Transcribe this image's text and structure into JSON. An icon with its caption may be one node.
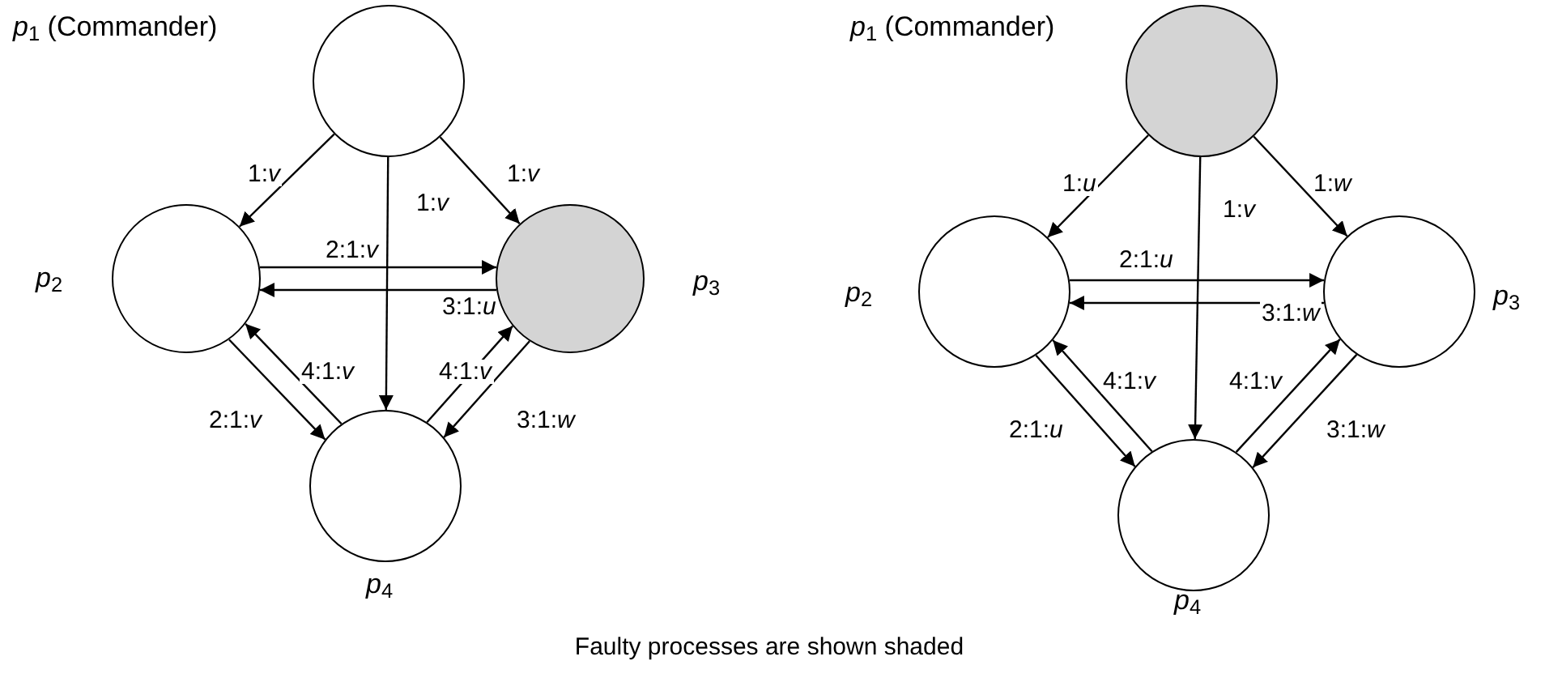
{
  "diagram": {
    "caption": "Faulty processes are shown shaded",
    "nodes": [
      {
        "text": [],
        "shape": "circle",
        "beside": [
          "*p*$_{1}$ (Commander)"
        ]
      },
      {
        "text": [],
        "shape": "circle",
        "beside": [
          "*p*$_{2}$"
        ]
      },
      {
        "text": [],
        "shape": "circle",
        "beside": [
          "*p*$_{3}$"
        ]
      },
      {
        "text": [],
        "shape": "circle",
        "beside": [
          "*p*$_{4}$"
        ]
      },
      {
        "text": [],
        "shape": "circle",
        "beside": [
          "*p*$_{1}$ (Commander)"
        ]
      },
      {
        "text": [],
        "shape": "circle",
        "beside": [
          "*p*$_{2}$"
        ]
      },
      {
        "text": [],
        "shape": "circle",
        "beside": [
          "*p*$_{3}$"
        ]
      },
      {
        "text": [],
        "shape": "circle",
        "beside": [
          "*p*$_{4}$"
        ]
      }
    ],
    "edges": [
      {
        "from": 0,
        "to": 1,
        "arrow": "to",
        "label": "1:*v*"
      },
      {
        "from": 0,
        "to": 3,
        "arrow": "to",
        "label": "1:*v*"
      },
      {
        "from": 0,
        "to": 2,
        "arrow": "to",
        "label": "1:*v*"
      },
      {
        "from": 1,
        "to": 2,
        "arrow": "to",
        "label": "2:1:*v*"
      },
      {
        "from": 2,
        "to": 1,
        "arrow": "to",
        "label": "3:1:*u*"
      },
      {
        "from": 3,
        "to": 1,
        "arrow": "to",
        "label": "4:1:*v*"
      },
      {
        "from": 3,
        "to": 2,
        "arrow": "to",
        "label": "4:1:*v*"
      },
      {
        "from": 1,
        "to": 3,
        "arrow": "to",
        "label": "2:1:*v*"
      },
      {
        "from": 2,
        "to": 3,
        "arrow": "to",
        "label": "3:1:*w*"
      },
      {
        "from": 4,
        "to": 5,
        "arrow": "to",
        "label": "1:*u*"
      },
      {
        "from": 4,
        "to": 7,
        "arrow": "to",
        "label": "1:*v*"
      },
      {
        "from": 4,
        "to": 6,
        "arrow": "to",
        "label": "1:*w*"
      },
      {
        "from": 5,
        "to": 6,
        "arrow": "to",
        "label": "2:1:*u*"
      },
      {
        "from": 6,
        "to": 5,
        "arrow": "to",
        "label": "3:1:*w*"
      },
      {
        "from": 7,
        "to": 5,
        "arrow": "to",
        "label": "4:1:*v*"
      },
      {
        "from": 7,
        "to": 6,
        "arrow": "to",
        "label": "4:1:*v*"
      },
      {
        "from": 5,
        "to": 7,
        "arrow": "to",
        "label": "2:1:*u*"
      },
      {
        "from": 6,
        "to": 7,
        "arrow": "to",
        "label": "3:1:*w*"
      }
    ]
  }
}
